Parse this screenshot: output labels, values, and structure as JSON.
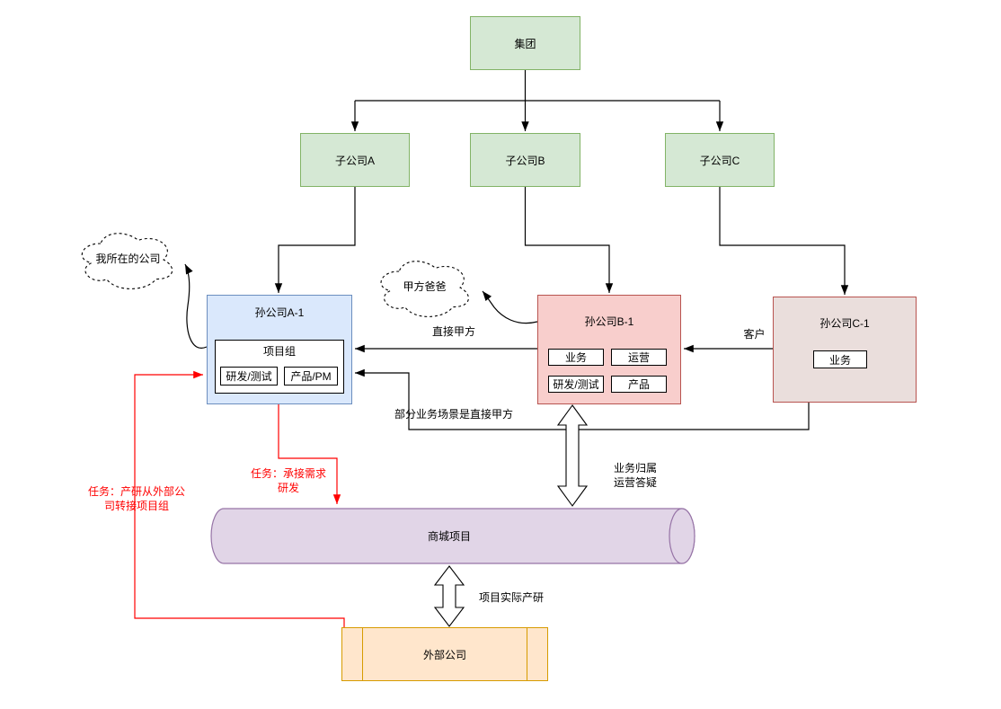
{
  "diagram": {
    "nodes": {
      "group": {
        "label": "集团"
      },
      "sub_a": {
        "label": "子公司A"
      },
      "sub_b": {
        "label": "子公司B"
      },
      "sub_c": {
        "label": "子公司C"
      },
      "grand_a1": {
        "title": "孙公司A-1",
        "project_group": {
          "label": "项目组",
          "rd_test": "研发/测试",
          "product_pm": "产品/PM"
        }
      },
      "grand_b1": {
        "title": "孙公司B-1",
        "business": "业务",
        "operation": "运营",
        "rd_test": "研发/测试",
        "product": "产品"
      },
      "grand_c1": {
        "title": "孙公司C-1",
        "business": "业务"
      },
      "cloud_my_company": {
        "label": "我所在的公司"
      },
      "cloud_party_a": {
        "label": "甲方爸爸"
      },
      "mall_project": {
        "label": "商城项目"
      },
      "external_company": {
        "label": "外部公司"
      }
    },
    "edge_labels": {
      "direct_party_a": "直接甲方",
      "customer": "客户",
      "partial_direct": "部分业务场景是直接甲方",
      "business_ownership_line1": "业务归属",
      "business_ownership_line2": "运营答疑",
      "actual_rd": "项目实际产研",
      "task_transfer_line1": "任务：产研从外部公",
      "task_transfer_line2": "司转接项目组",
      "task_accept_line1": "任务：承接需求",
      "task_accept_line2": "研发"
    },
    "colors": {
      "green_fill": "#D5E8D4",
      "green_border": "#82B366",
      "blue_fill": "#DAE8FC",
      "blue_border": "#6C8EBF",
      "pink_fill": "#F8CECC",
      "pink_border": "#B85450",
      "rose_fill": "#EADEDC",
      "rose_border": "#B85450",
      "purple_fill": "#E1D5E7",
      "purple_border": "#9673A6",
      "orange_fill": "#FFE6CC",
      "orange_border": "#D79B00",
      "annotation_red": "#FF0000"
    }
  }
}
